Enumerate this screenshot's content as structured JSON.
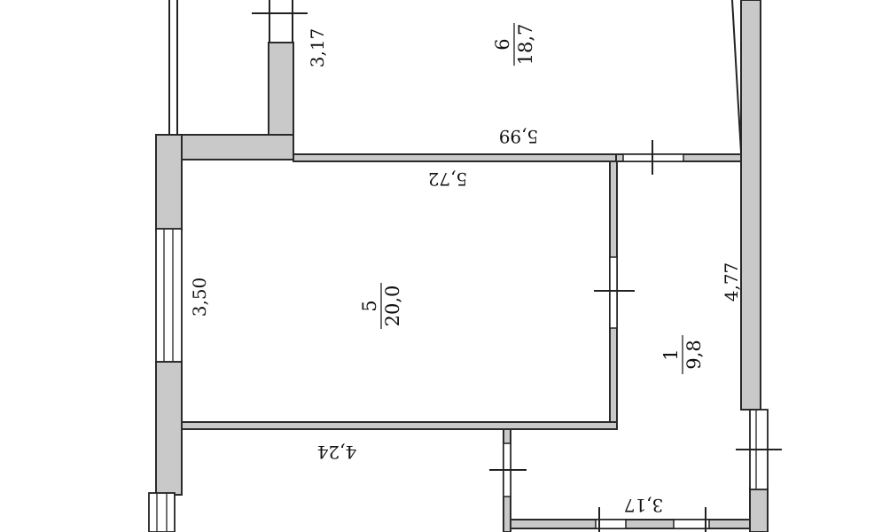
{
  "rooms": [
    {
      "number": "6",
      "area": "18,7"
    },
    {
      "number": "5",
      "area": "20,0"
    },
    {
      "number": "1",
      "area": "9,8"
    }
  ],
  "dimensions": {
    "d_317_top": "3,17",
    "d_599": "5,99",
    "d_572": "5,72",
    "d_350": "3,50",
    "d_477": "4,77",
    "d_424": "4,24",
    "d_317_bottom": "3,17"
  }
}
